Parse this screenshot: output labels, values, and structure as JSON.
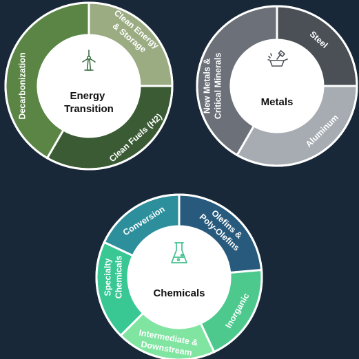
{
  "background": "#182838",
  "wheels": [
    {
      "id": "energy",
      "center_lines": [
        "Energy",
        "Transition"
      ],
      "icon": "wind-turbine-icon",
      "icon_color": "#3f6f45",
      "segments": [
        {
          "lines": [
            "Clean Energy",
            "& Storage"
          ],
          "color": "#9bac83"
        },
        {
          "lines": [
            "Clean Fuels (H2)"
          ],
          "color": "#3a5b34"
        },
        {
          "lines": [
            "Decarbonization"
          ],
          "color": "#5a8545"
        }
      ]
    },
    {
      "id": "metals",
      "center_lines": [
        "Metals"
      ],
      "icon": "metal-pour-icon",
      "icon_color": "#4b4f56",
      "segments": [
        {
          "lines": [
            "Steel"
          ],
          "color": "#4b4f56"
        },
        {
          "lines": [
            "Aluminum"
          ],
          "color": "#a6acb2"
        },
        {
          "lines": [
            "New Metals &",
            "Critical Minerals"
          ],
          "color": "#6c7078"
        }
      ]
    },
    {
      "id": "chemicals",
      "center_lines": [
        "Chemicals"
      ],
      "icon": "flask-icon",
      "icon_color": "#42c08c",
      "segments": [
        {
          "lines": [
            "Olefins &",
            "Poly-Olefins"
          ],
          "color": "#275a7c"
        },
        {
          "lines": [
            "Inorganic"
          ],
          "color": "#4dc98e"
        },
        {
          "lines": [
            "Intermediate &",
            "Downstream"
          ],
          "color": "#7fe5a0"
        },
        {
          "lines": [
            "Specialty",
            "Chemicals"
          ],
          "color": "#39c794"
        },
        {
          "lines": [
            "Conversion"
          ],
          "color": "#2d8f9c"
        }
      ]
    }
  ]
}
